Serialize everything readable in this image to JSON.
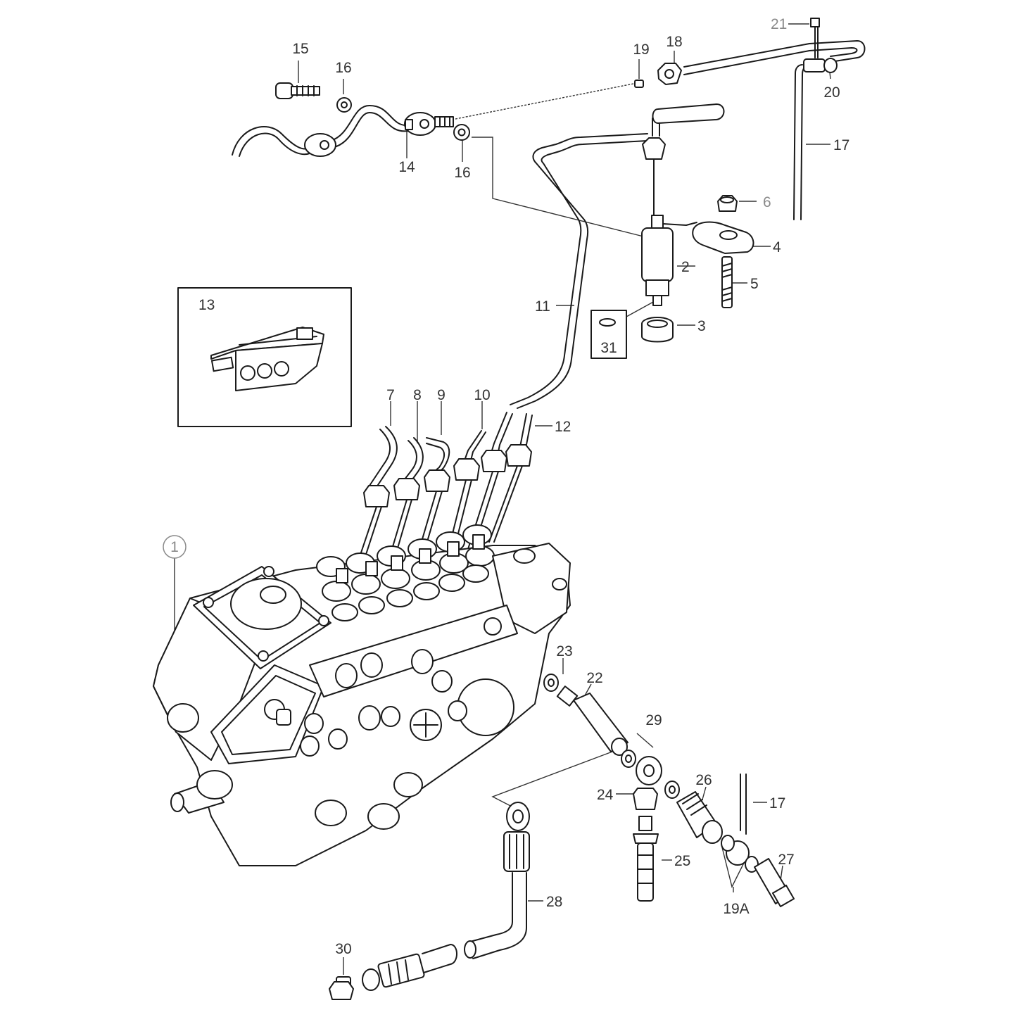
{
  "diagram": {
    "callouts": [
      {
        "key": "c1",
        "label": "1"
      },
      {
        "key": "c2",
        "label": "2"
      },
      {
        "key": "c3",
        "label": "3"
      },
      {
        "key": "c4",
        "label": "4"
      },
      {
        "key": "c5",
        "label": "5"
      },
      {
        "key": "c6",
        "label": "6"
      },
      {
        "key": "c7",
        "label": "7"
      },
      {
        "key": "c8",
        "label": "8"
      },
      {
        "key": "c9",
        "label": "9"
      },
      {
        "key": "c10",
        "label": "10"
      },
      {
        "key": "c11",
        "label": "11"
      },
      {
        "key": "c12",
        "label": "12"
      },
      {
        "key": "c13",
        "label": "13"
      },
      {
        "key": "c14",
        "label": "14"
      },
      {
        "key": "c15",
        "label": "15"
      },
      {
        "key": "c16a",
        "label": "16"
      },
      {
        "key": "c16b",
        "label": "16"
      },
      {
        "key": "c17a",
        "label": "17"
      },
      {
        "key": "c17b",
        "label": "17"
      },
      {
        "key": "c18",
        "label": "18"
      },
      {
        "key": "c19",
        "label": "19"
      },
      {
        "key": "c19a",
        "label": "19A"
      },
      {
        "key": "c20",
        "label": "20"
      },
      {
        "key": "c21",
        "label": "21"
      },
      {
        "key": "c22",
        "label": "22"
      },
      {
        "key": "c23",
        "label": "23"
      },
      {
        "key": "c24",
        "label": "24"
      },
      {
        "key": "c25",
        "label": "25"
      },
      {
        "key": "c26",
        "label": "26"
      },
      {
        "key": "c27",
        "label": "27"
      },
      {
        "key": "c28",
        "label": "28"
      },
      {
        "key": "c29",
        "label": "29"
      },
      {
        "key": "c30",
        "label": "30"
      },
      {
        "key": "c31",
        "label": "31"
      }
    ]
  }
}
